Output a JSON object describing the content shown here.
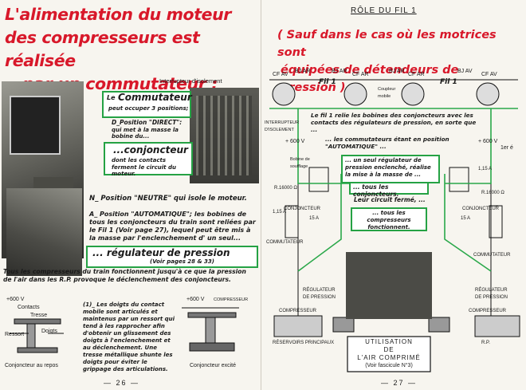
{
  "left": {
    "title_lines": [
      "L'alimentation du moteur",
      "des compresseurs est réalisée",
      "par un commutateur :"
    ],
    "photo_label": "Interrupteur d'isolement",
    "commutateur": {
      "heading": "Commutateur",
      "prefix": "Le",
      "text": "peut occuper 3 positions;"
    },
    "position_direct": {
      "label": "D_Position \"DIRECT\":",
      "text": "qui met à la masse la bobine du..."
    },
    "conjoncteur": {
      "heading": "...conjoncteur",
      "text": "dont les contacts ferment le circuit du moteur."
    },
    "neutre": "N_ Position \"NEUTRE\" qui isole le moteur.",
    "automatique": "A_ Position \"AUTOMATIQUE\"; les bobines de tous les conjoncteurs du train sont reliées par le Fil 1 (Voir page 27), lequel peut être mis à la masse par l'enclenchement d' un seul...",
    "regulateur": {
      "heading": "... régulateur de pression",
      "ref": "(Voir pages 28 & 33)"
    },
    "note": "Tous les compresseurs du train fonctionnent jusqu'à ce que la pression de l'air dans les R.P. provoque le déclenchement des conjoncteurs.",
    "fig_left": {
      "v600": "+600 V",
      "contacts": "Contacts",
      "tresse": "Tresse",
      "ressort": "Ressort",
      "doigts": "Doigts",
      "caption": "Conjoncteur au repos"
    },
    "footnote": "(1)_ Les doigts du contact mobile sont articulés et maintenus par un ressort qui tend à les rapprocher afin d'obtenir un glissement des doigts à l'enclenchement et au déclenchement. Une tresse métallique shunte les doigts pour éviter le grippage des articulations.",
    "fig_right": {
      "v600": "+600 V",
      "compresseur": "COMPRESSEUR",
      "caption": "Conjoncteur excité"
    },
    "page_number": "— 26 —"
  },
  "right": {
    "heading": "RÔLE DU FIL 1",
    "subtitle_lines": [
      "( Sauf dans le cas où les motrices sont",
      "équipées de détendeurs de pression )."
    ],
    "connectors": [
      "CF AV",
      "BJ AR",
      "BJ AR",
      "CF AR",
      "BJ AR",
      "CF AR",
      "BJ AV",
      "CF AV"
    ],
    "fil1_left": "Fil 1",
    "fil1_right": "Fil 1",
    "coupleur": "Coupleur mobile",
    "desc1": "Le fil 1 relie les bobines des conjoncteurs avec les contacts des régulateurs de pression, en sorte que ...",
    "desc2": "... les commutateurs étant en position \"AUTOMATIQUE\" ...",
    "desc3": "... un seul régulateur de pression enclenché, réalise la mise à la masse de ...",
    "desc4": "... tous les conjoncteurs.",
    "desc5": "Leur circuit fermé, ...",
    "desc6": "... tous les compresseurs fonctionnent.",
    "interrupteur": "INTERRUPTEUR D'ISOLEMENT",
    "v600_left": "+ 600 V",
    "v600_right": "+ 600 V",
    "bobine": "Bobine de soufflage",
    "conjoncteur_l": "CONJONCTEUR",
    "conjoncteur_r": "CONJONCTEUR",
    "commutateur_l": "COMMUTATEUR",
    "commutateur_r": "COMMUTATEUR",
    "regulateur_l": "RÉGULATEUR DE PRESSION",
    "regulateur_r": "RÉGULATEUR DE PRESSION",
    "compresseur_l": "COMPRESSEUR",
    "compresseur_r": "COMPRESSEUR",
    "reservoirs": "RÉSERVOIRS PRINCIPAUX",
    "rp": "R.P.",
    "r16000_l": "R.16000 Ω",
    "r16000_r": "R.16000 Ω",
    "fuse_l": "15 A",
    "fuse_r": "15 A",
    "r115_l": "1,15 A",
    "r115_r": "1,15 A",
    "first": "1er é",
    "usage_lines": [
      "UTILISATION",
      "DE",
      "L'AIR COMPRIMÉ",
      "(Voir fascicule N°3)"
    ],
    "page_number": "— 27 —"
  }
}
